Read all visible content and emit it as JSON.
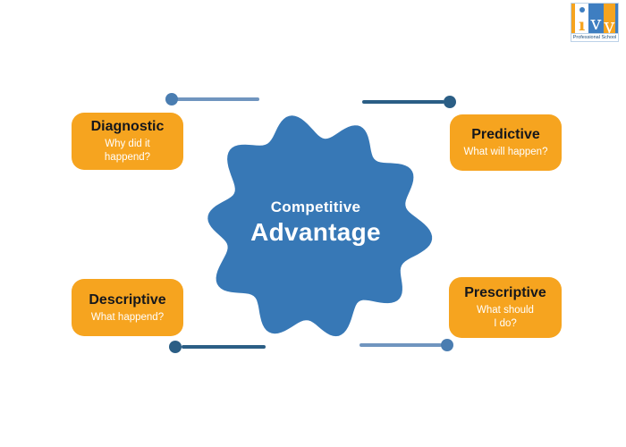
{
  "logo": {
    "letter_i": "ı",
    "letter_v": "v",
    "letter_y": "y",
    "subtitle": "Professional School",
    "colors": {
      "orange": "#F6A41F",
      "blue": "#3E7EC1",
      "subtitle_text": "#1C4E7D"
    }
  },
  "center": {
    "line1": "Competitive",
    "line2": "Advantage",
    "blob_color": "#3778B6",
    "text_color": "#FFFFFF"
  },
  "cards": [
    {
      "title": "Diagnostic",
      "subtitle_line1": "Why did it",
      "subtitle_line2": "happend?"
    },
    {
      "title": "Predictive",
      "subtitle_line1": "What will happen?",
      "subtitle_line2": ""
    },
    {
      "title": "Descriptive",
      "subtitle_line1": "What happend?",
      "subtitle_line2": ""
    },
    {
      "title": "Prescriptive",
      "subtitle_line1": "What should",
      "subtitle_line2": "I do?"
    }
  ],
  "colors": {
    "background": "#FFFFFF",
    "card_background": "#F6A41F",
    "card_title_text": "#15171C",
    "card_subtitle_text": "#FFFFFF",
    "connector_dark": "#2B5E85",
    "connector_light": "#7095BF",
    "connector_dot_light": "#4A7DB1"
  }
}
